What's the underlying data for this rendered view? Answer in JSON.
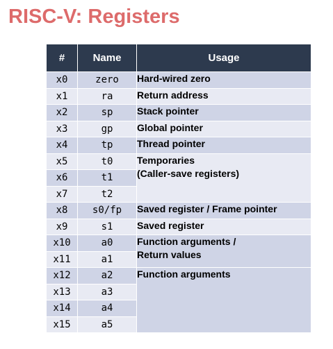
{
  "title": "RISC-V: Registers",
  "table": {
    "headers": {
      "num": "#",
      "name": "Name",
      "usage": "Usage"
    },
    "rows": [
      {
        "num": "x0",
        "name": "zero"
      },
      {
        "num": "x1",
        "name": "ra"
      },
      {
        "num": "x2",
        "name": "sp"
      },
      {
        "num": "x3",
        "name": "gp"
      },
      {
        "num": "x4",
        "name": "tp"
      },
      {
        "num": "x5",
        "name": "t0"
      },
      {
        "num": "x6",
        "name": "t1"
      },
      {
        "num": "x7",
        "name": "t2"
      },
      {
        "num": "x8",
        "name": "s0/fp"
      },
      {
        "num": "x9",
        "name": "s1"
      },
      {
        "num": "x10",
        "name": "a0"
      },
      {
        "num": "x11",
        "name": "a1"
      },
      {
        "num": "x12",
        "name": "a2"
      },
      {
        "num": "x13",
        "name": "a3"
      },
      {
        "num": "x14",
        "name": "a4"
      },
      {
        "num": "x15",
        "name": "a5"
      }
    ],
    "usage": {
      "x0": "Hard-wired zero",
      "x1": "Return address",
      "x2": "Stack pointer",
      "x3": "Global pointer",
      "x4": "Thread pointer",
      "temporaries_1": "Temporaries",
      "temporaries_2": "(Caller-save registers)",
      "x8": "Saved register / Frame pointer",
      "x9": "Saved register",
      "args_ret_1": "Function arguments /",
      "args_ret_2": "Return values",
      "args": "Function arguments"
    }
  },
  "colors": {
    "title": "#dd6b6b",
    "header_bg": "#2d3a4e",
    "row_dark": "#cfd4e6",
    "row_light": "#e8eaf3"
  }
}
